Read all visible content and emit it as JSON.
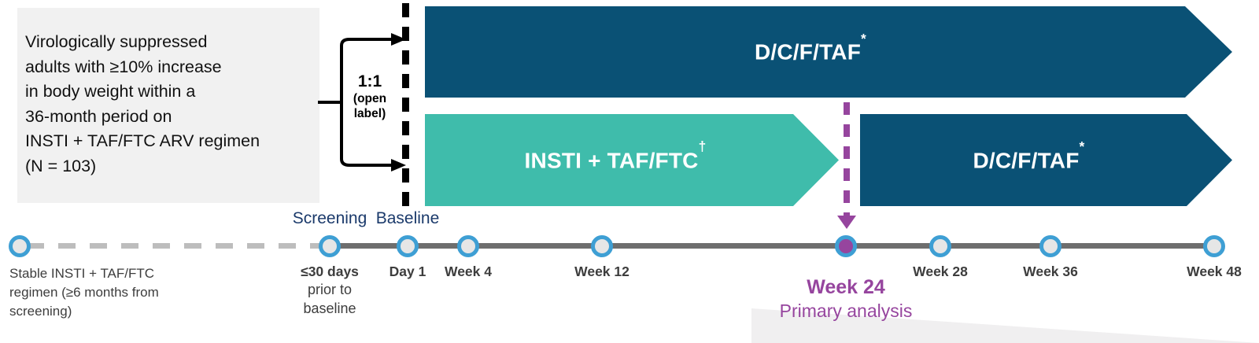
{
  "population": {
    "text": "Virologically suppressed\nadults with ≥10% increase\nin body weight within a\n36-month period on\nINSTI + TAF/FTC ARV regimen\n(N = 103)"
  },
  "randomization": {
    "ratio": "1:1",
    "sub": "(open\nlabel)"
  },
  "arms": [
    {
      "id": "dcftaf-top",
      "label": "D/C/F/TAF",
      "footnote": "*",
      "color": "#0a5175"
    },
    {
      "id": "insti",
      "label": "INSTI + TAF/FTC",
      "footnote": "†",
      "color": "#3fbcab"
    },
    {
      "id": "dcftaf-bottom",
      "label": "D/C/F/TAF",
      "footnote": "*",
      "color": "#0a5175"
    }
  ],
  "timeline": {
    "nodes": [
      {
        "name": "entry",
        "top_label": "",
        "bottom_label": "",
        "bottom_sub": "",
        "highlight": false
      },
      {
        "name": "screening",
        "top_label": "Screening",
        "bottom_label": "≤30 days",
        "bottom_sub": "prior to\nbaseline",
        "highlight": false
      },
      {
        "name": "baseline",
        "top_label": "Baseline",
        "bottom_label": "Day 1",
        "bottom_sub": "",
        "highlight": false
      },
      {
        "name": "week4",
        "top_label": "",
        "bottom_label": "Week 4",
        "bottom_sub": "",
        "highlight": false
      },
      {
        "name": "week12",
        "top_label": "",
        "bottom_label": "Week 12",
        "bottom_sub": "",
        "highlight": false
      },
      {
        "name": "week24",
        "top_label": "",
        "bottom_label": "",
        "bottom_sub": "",
        "highlight": true
      },
      {
        "name": "week28",
        "top_label": "",
        "bottom_label": "Week 28",
        "bottom_sub": "",
        "highlight": false
      },
      {
        "name": "week36",
        "top_label": "",
        "bottom_label": "Week 36",
        "bottom_sub": "",
        "highlight": false
      },
      {
        "name": "week48",
        "top_label": "",
        "bottom_label": "Week 48",
        "bottom_sub": "",
        "highlight": false
      }
    ],
    "primary_analysis": {
      "title": "Week 24",
      "subtitle": "Primary analysis"
    },
    "stable_regimen_note": "Stable INSTI + TAF/FTC\nregimen (≥6 months from\nscreening)"
  },
  "colors": {
    "dark_blue": "#0a5175",
    "teal": "#3fbcab",
    "purple": "#96459e",
    "node_ring": "#3e9fd4",
    "node_fill": "#e6e6e6",
    "timeline_solid": "#6e6e6e",
    "timeline_dashed": "#bdbdbd",
    "box_bg": "#f1f1f1",
    "top_label_text": "#1b3a6b"
  }
}
